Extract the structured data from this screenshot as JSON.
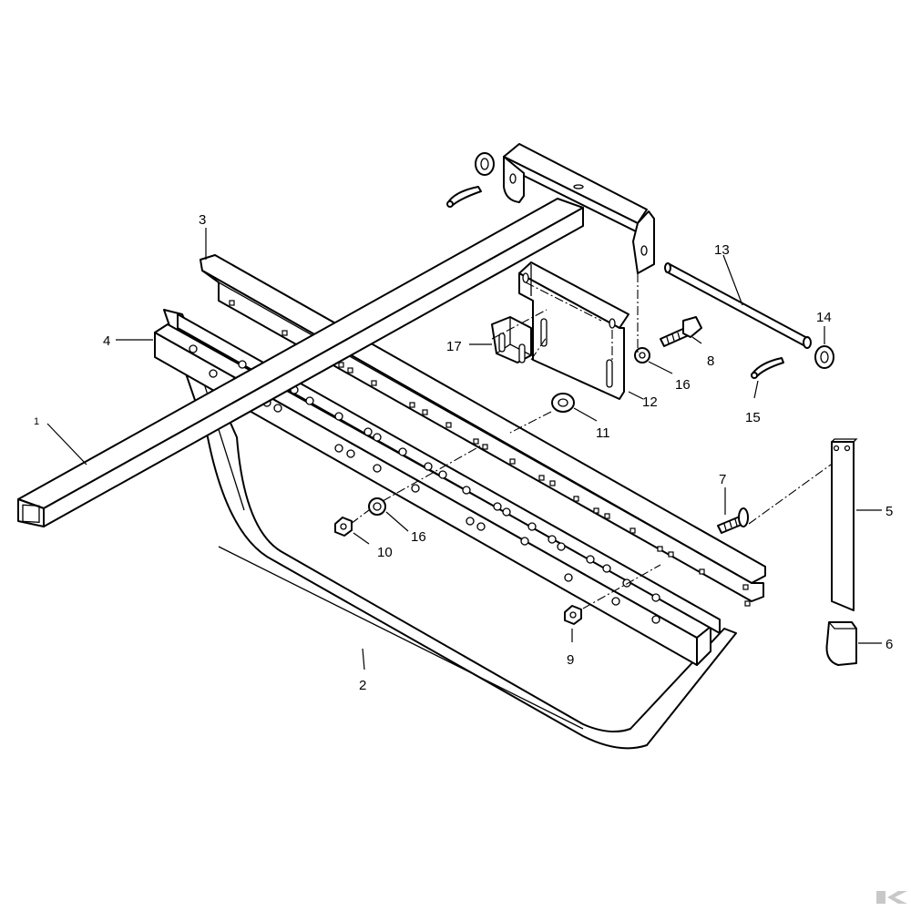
{
  "callouts": {
    "c1": "1",
    "c2": "2",
    "c3": "3",
    "c4": "4",
    "c5": "5",
    "c6": "6",
    "c7": "7",
    "c8": "8",
    "c9": "9",
    "c10": "10",
    "c11": "11",
    "c12": "12",
    "c13": "13",
    "c14": "14",
    "c15": "15",
    "c16a": "16",
    "c16b": "16",
    "c17": "17"
  },
  "colors": {
    "line": "#000000",
    "background": "#ffffff",
    "watermark": "#c8c8c8"
  },
  "watermark_icon": "k-logo-icon"
}
